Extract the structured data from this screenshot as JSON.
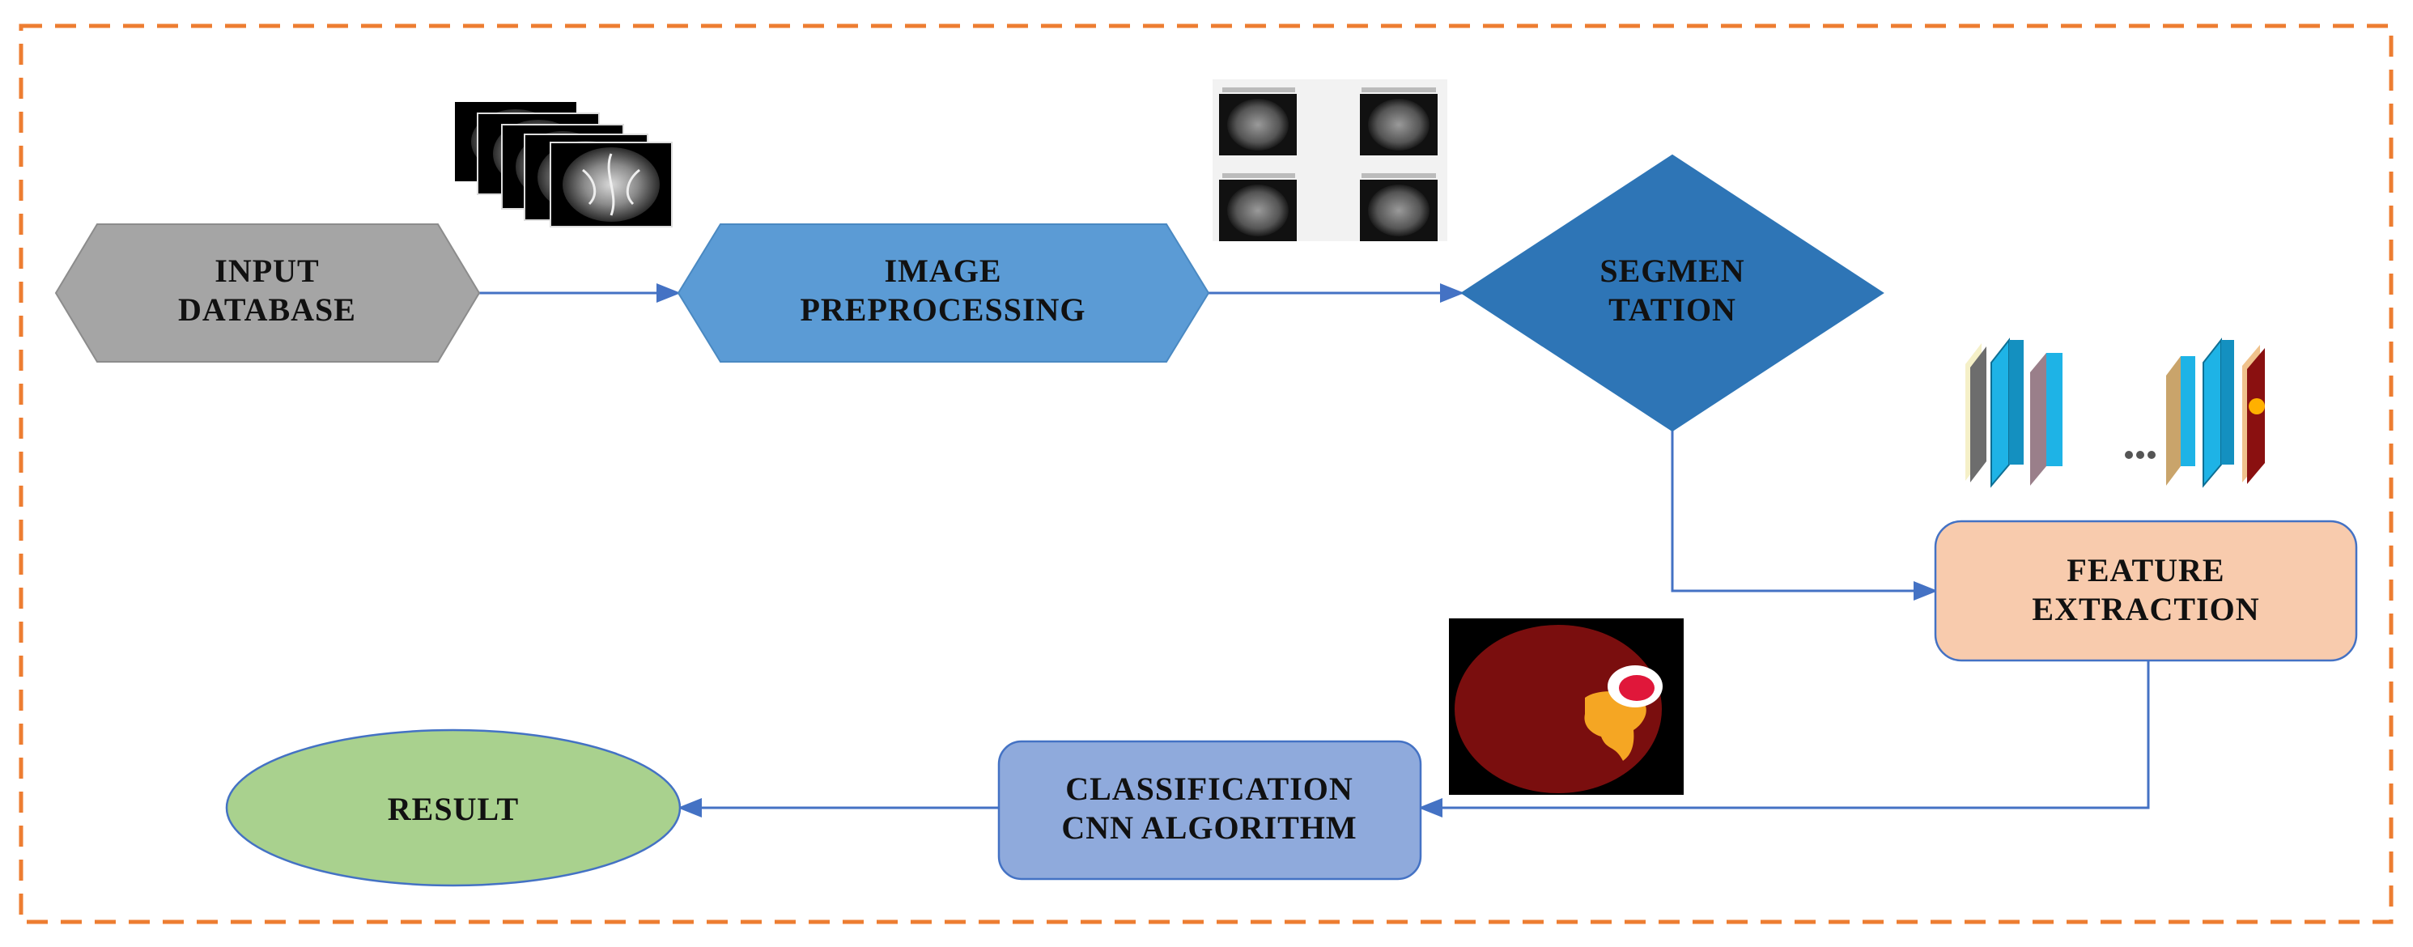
{
  "nodes": {
    "input_database": {
      "shape": "hexagon",
      "lines": [
        "INPUT",
        "DATABASE"
      ],
      "fill": "#a5a5a5",
      "stroke": "#8c8c8c"
    },
    "image_preprocessing": {
      "shape": "hexagon",
      "lines": [
        "IMAGE",
        "PREPROCESSING"
      ],
      "fill": "#5b9bd5",
      "stroke": "#4a89c2"
    },
    "segmentation": {
      "shape": "diamond",
      "lines": [
        "SEGMEN",
        "TATION"
      ],
      "fill": "#2e75b6",
      "stroke": "#2e75b6"
    },
    "feature_extraction": {
      "shape": "rounded-rectangle",
      "lines": [
        "FEATURE",
        "EXTRACTION"
      ],
      "fill": "#f8cbad",
      "stroke": "#4472c4"
    },
    "classification": {
      "shape": "rounded-rectangle",
      "lines": [
        "CLASSIFICATION",
        "CNN ALGORITHM"
      ],
      "fill": "#8faadc",
      "stroke": "#4472c4"
    },
    "result": {
      "shape": "ellipse",
      "lines": [
        "RESULT"
      ],
      "fill": "#a9d18e",
      "stroke": "#4472c4"
    }
  },
  "edges": [
    {
      "from": "input_database",
      "to": "image_preprocessing"
    },
    {
      "from": "image_preprocessing",
      "to": "segmentation"
    },
    {
      "from": "segmentation",
      "to": "feature_extraction"
    },
    {
      "from": "feature_extraction",
      "to": "classification"
    },
    {
      "from": "classification",
      "to": "result"
    }
  ],
  "illustrations": {
    "mri_slice_stack": {
      "icon": "mri-slice-stack-icon"
    },
    "preprocessing_grid": {
      "icon": "preprocessing-image-grid-icon"
    },
    "cnn_layers": {
      "icon": "cnn-layers-icon"
    },
    "segmented_tumor": {
      "icon": "segmented-tumor-image-icon"
    }
  },
  "colors": {
    "frame": "#ed7d31",
    "connector": "#4472c4",
    "text": "#111111"
  }
}
